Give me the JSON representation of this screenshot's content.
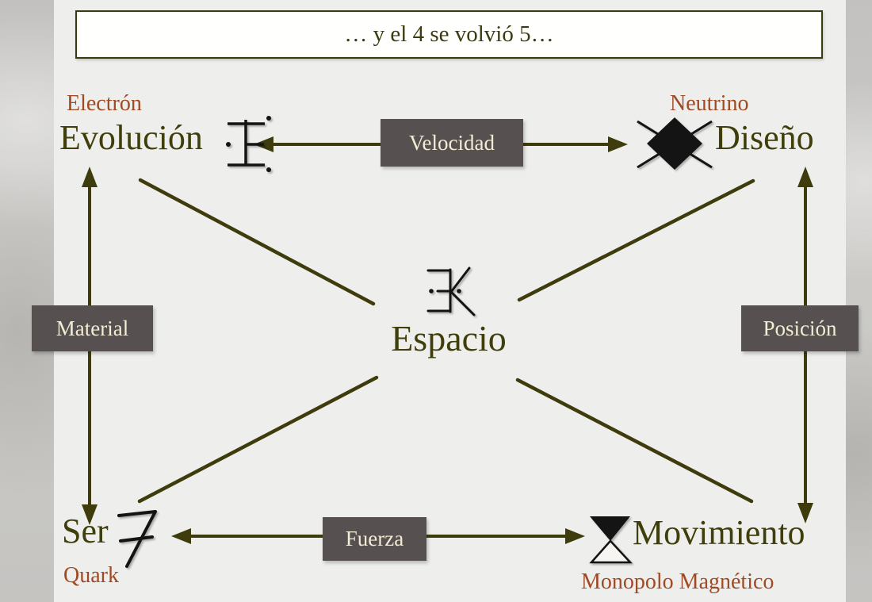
{
  "title": "… y el 4 se volvió 5…",
  "center": {
    "label": "Espacio",
    "glyph": "space-symbol"
  },
  "nodes": {
    "top_left": {
      "particle": "Electrón",
      "concept": "Evolución",
      "glyph": "electron-symbol"
    },
    "top_right": {
      "particle": "Neutrino",
      "concept": "Diseño",
      "glyph": "neutrino-symbol"
    },
    "bottom_left": {
      "particle": "Quark",
      "concept": "Ser",
      "glyph": "quark-symbol"
    },
    "bottom_right": {
      "particle": "Monopolo Magnético",
      "concept": "Movimiento",
      "glyph": "magnetic-monopole-symbol"
    }
  },
  "edges": {
    "top": "Velocidad",
    "left": "Material",
    "right": "Posición",
    "bottom": "Fuerza"
  },
  "colors": {
    "concept_text": "#403f0b",
    "particle_text": "#a04a24",
    "arrow_line": "#3e3c0d",
    "label_box_bg": "#575050",
    "label_box_text": "#f3ecd4",
    "slide_bg": "#eeeeec",
    "title_text": "#3b3b10",
    "title_border": "#3b3b10",
    "glyph_color": "#141414"
  }
}
